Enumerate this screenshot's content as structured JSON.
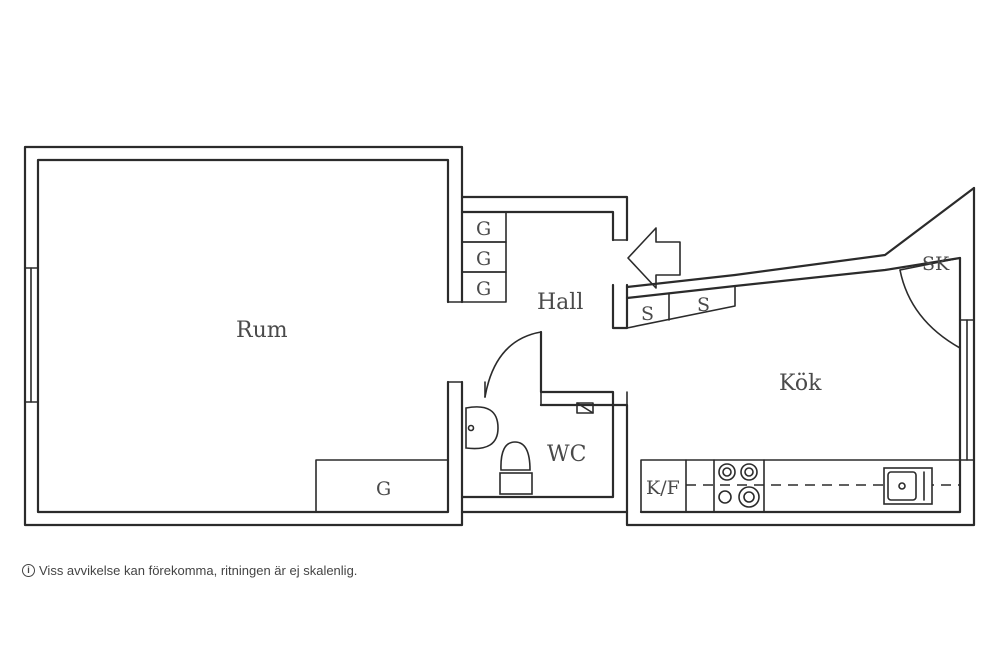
{
  "rooms": {
    "rum": "Rum",
    "hall": "Hall",
    "wc": "WC",
    "kok": "Kök"
  },
  "storage": {
    "g1": "G",
    "g2": "G",
    "g3": "G",
    "g4": "G",
    "s1": "S",
    "s2": "S",
    "sk": "SK",
    "kf": "K/F"
  },
  "icons": {
    "info": "info-icon",
    "entrance": "arrow-left-icon"
  },
  "disclaimer": {
    "icon_glyph": "i",
    "text": "Viss avvikelse kan förekomma, ritningen är ej skalenlig."
  }
}
